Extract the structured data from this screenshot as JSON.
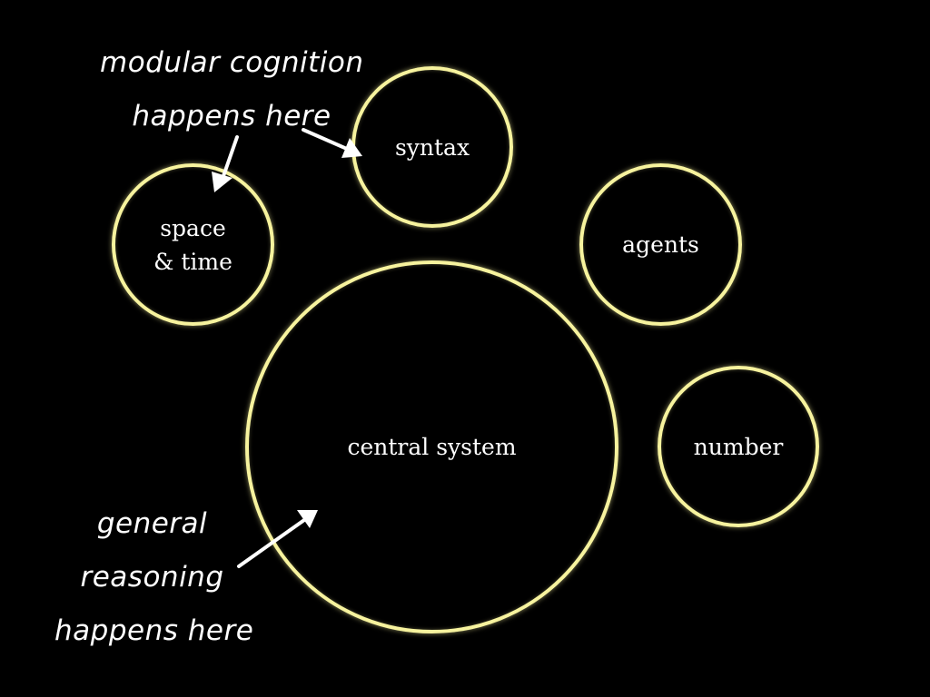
{
  "modules": {
    "syntax": "syntax",
    "space_time": "space\n& time",
    "agents": "agents",
    "central": "central system",
    "number": "number"
  },
  "annotations": {
    "modular": [
      "modular cognition",
      "happens here"
    ],
    "general": [
      "general",
      "reasoning",
      "happens here"
    ]
  },
  "colors": {
    "background": "#000000",
    "circle_stroke": "#f7f39e",
    "text": "#ffffff"
  }
}
